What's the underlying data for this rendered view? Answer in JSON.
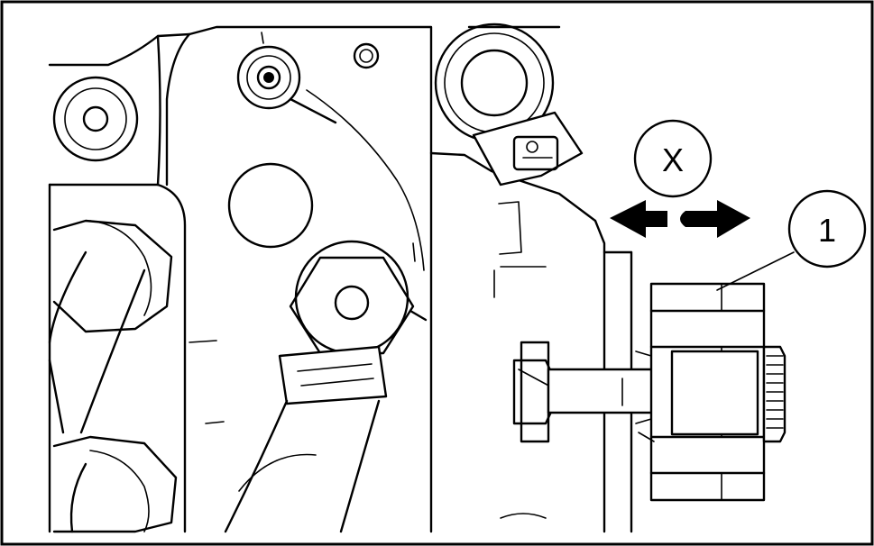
{
  "callouts": {
    "direction": {
      "label": "X"
    },
    "part": {
      "label": "1"
    }
  },
  "colors": {
    "line": "#000000",
    "background": "#ffffff"
  },
  "icons": {
    "movement": "double-arrow-horizontal"
  }
}
